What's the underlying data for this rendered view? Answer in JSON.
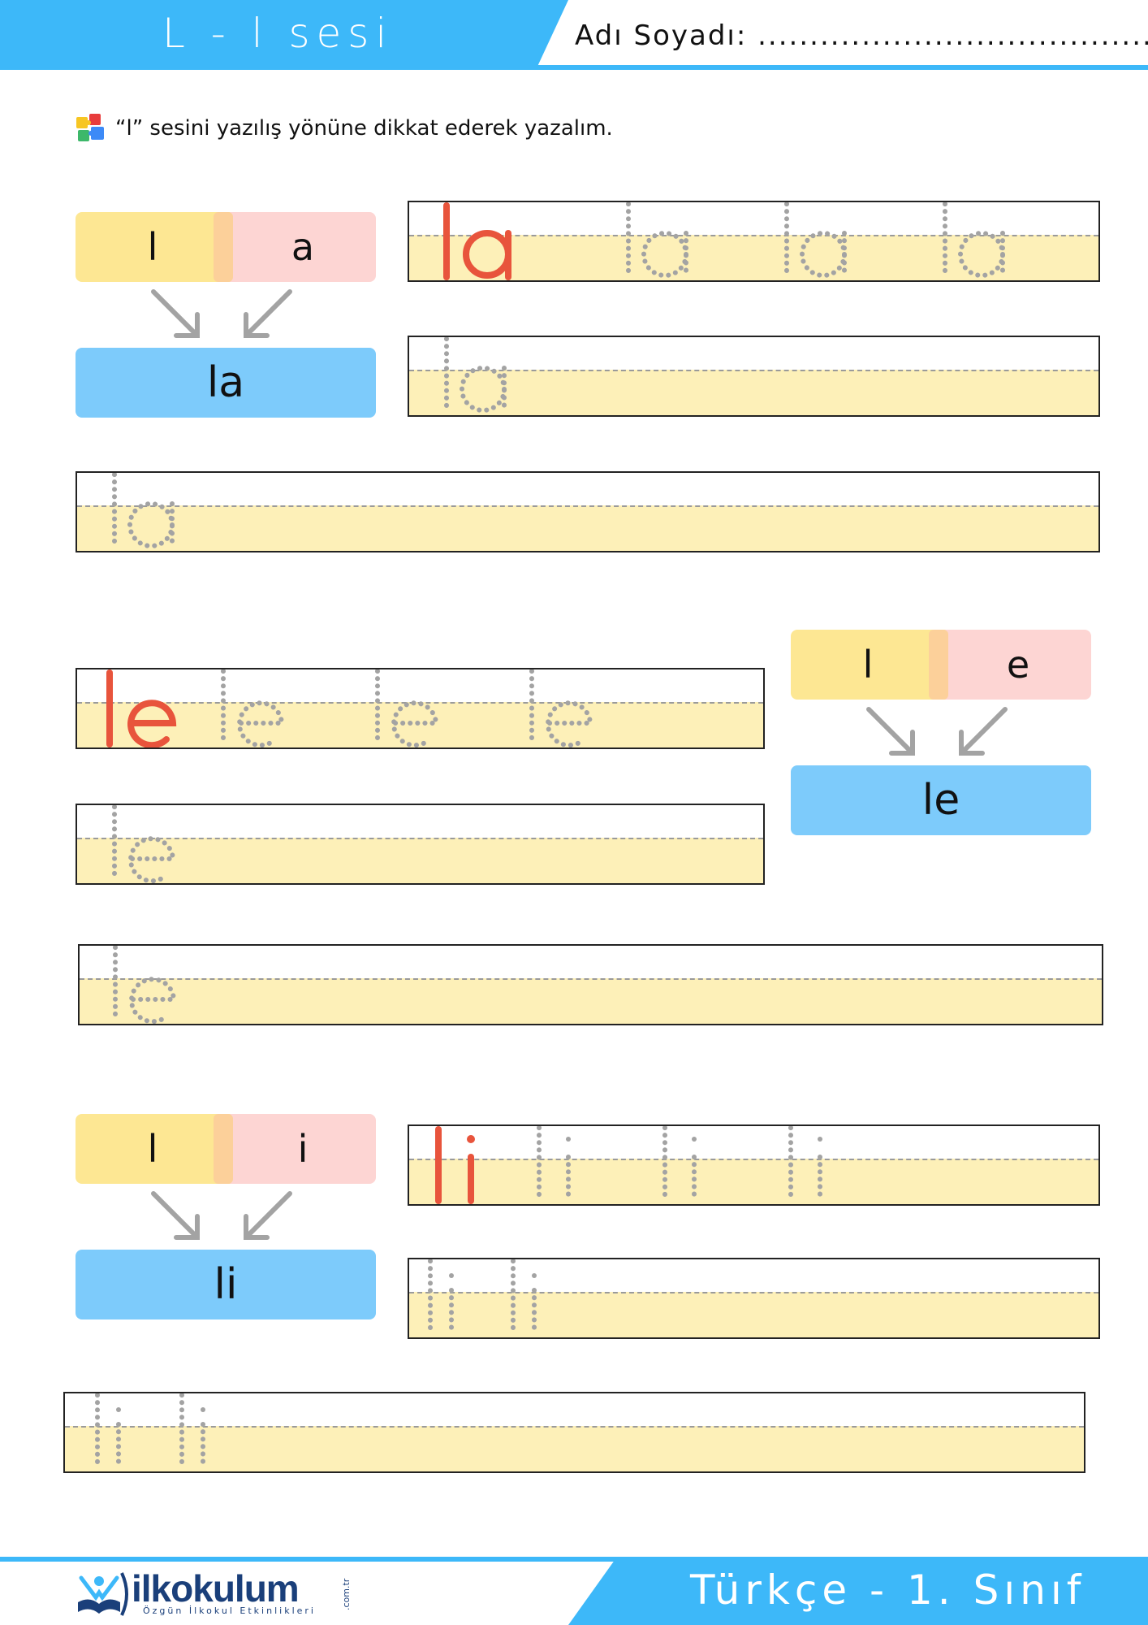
{
  "header": {
    "title": "L - l sesi",
    "name_label": "Adı Soyadı: ..........................................."
  },
  "instruction": {
    "text": "“l” sesini yazılış yönüne dikkat ederek yazalım.",
    "icon": "puzzle-icon"
  },
  "syllables": [
    {
      "consonant": "l",
      "vowel": "a",
      "result": "la"
    },
    {
      "consonant": "l",
      "vowel": "e",
      "result": "le"
    },
    {
      "consonant": "l",
      "vowel": "i",
      "result": "li"
    }
  ],
  "footer": {
    "brand": "ilkokulum",
    "tld": ".com.tr",
    "tagline": "Özgün İlkokul Etkinlikleri",
    "subject": "Türkçe - 1. Sınıf"
  },
  "colors": {
    "header_blue": "#3db8f9",
    "consonant_yellow": "#fde793",
    "vowel_pink": "#fdd5d3",
    "result_blue": "#7dcbfb",
    "line_fill": "#fdf0b8",
    "model_red": "#e8543c",
    "trace_gray": "#a3a3a3"
  }
}
